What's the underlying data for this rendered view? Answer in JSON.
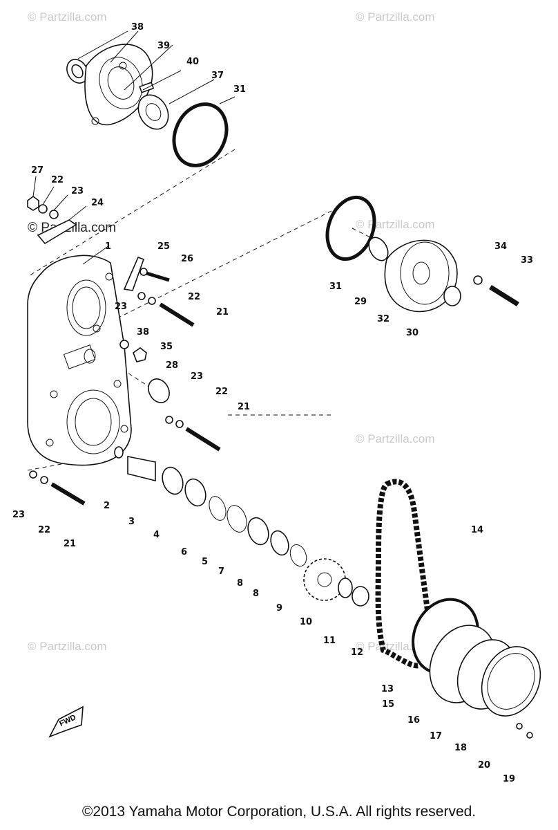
{
  "watermark": "© Partzilla.com",
  "copyright": "©2013  Yamaha Motor Corporation, U.S.A. All rights reserved.",
  "fwd_label": "FWD",
  "callouts": [
    "38",
    "39",
    "40",
    "37",
    "31",
    "27",
    "22",
    "23",
    "24",
    "1",
    "25",
    "26",
    "23",
    "22",
    "21",
    "38",
    "35",
    "28",
    "23",
    "22",
    "21",
    "23",
    "22",
    "21",
    "2",
    "3",
    "4",
    "6",
    "5",
    "7",
    "8",
    "8",
    "9",
    "10",
    "11",
    "12",
    "13",
    "14",
    "15",
    "16",
    "17",
    "18",
    "20",
    "19",
    "31",
    "29",
    "32",
    "30",
    "34",
    "33"
  ]
}
